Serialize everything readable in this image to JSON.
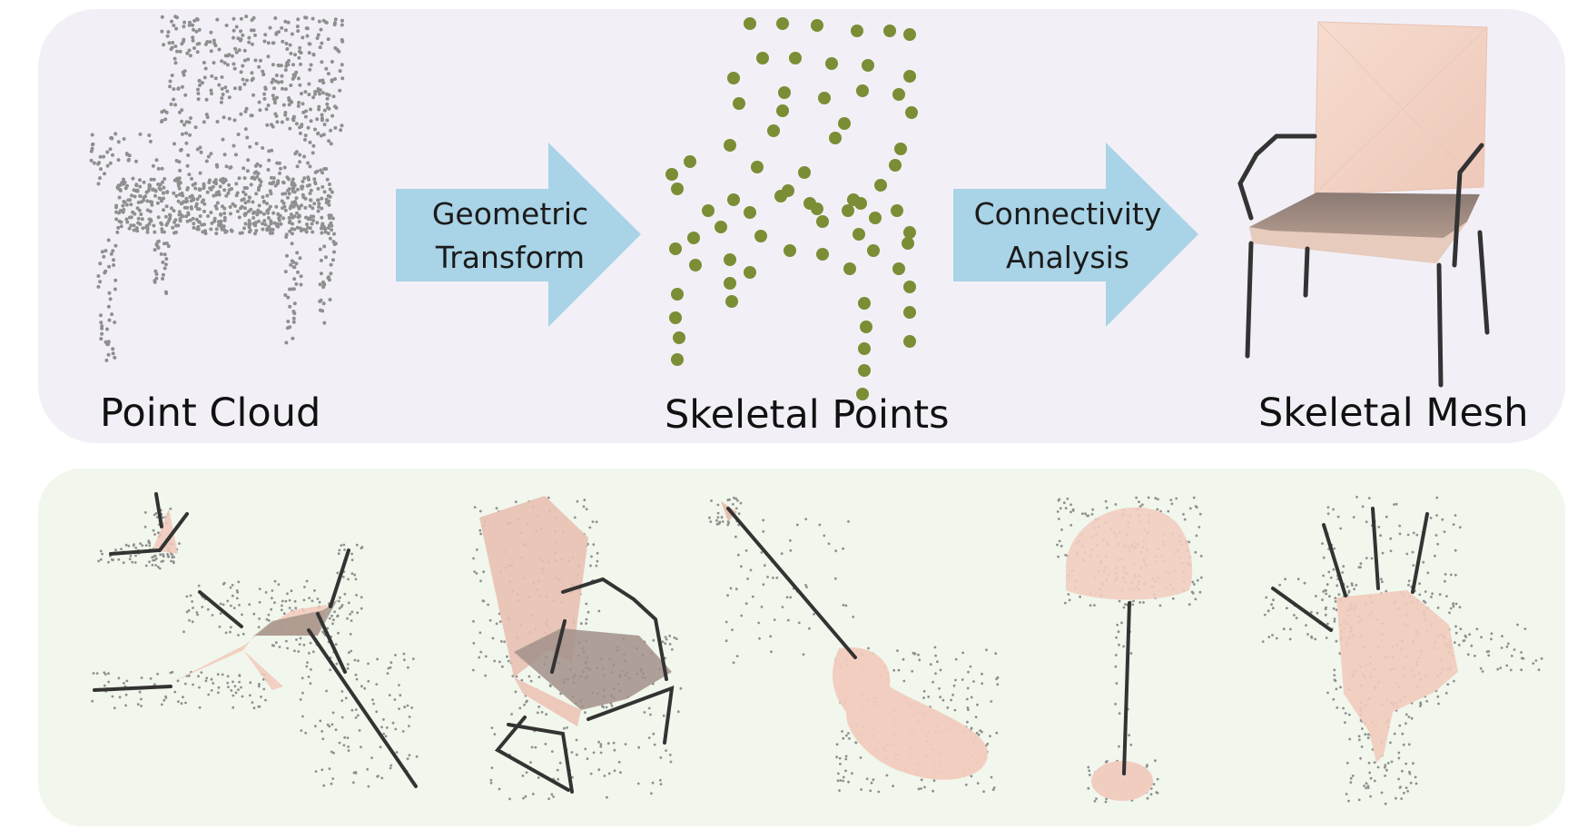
{
  "pipeline": {
    "stage1_label": "Point Cloud",
    "arrow1": {
      "line1": "Geometric",
      "line2": "Transform"
    },
    "stage2_label": "Skeletal Points",
    "arrow2": {
      "line1": "Connectivity",
      "line2": "Analysis"
    },
    "stage3_label": "Skeletal Mesh"
  },
  "colors": {
    "top_panel": "#f2f0f6",
    "bottom_panel": "#f1f7ec",
    "arrow": "#a9d3e6",
    "point_cloud": "#8f8f8f",
    "skeletal_point": "#7b8d35",
    "mesh_light": "#f3d5c8",
    "mesh_dark": "#8a7a73",
    "skeleton_curve": "#333333"
  },
  "examples": [
    "airplane",
    "chair",
    "guitar",
    "lamp",
    "hand"
  ]
}
